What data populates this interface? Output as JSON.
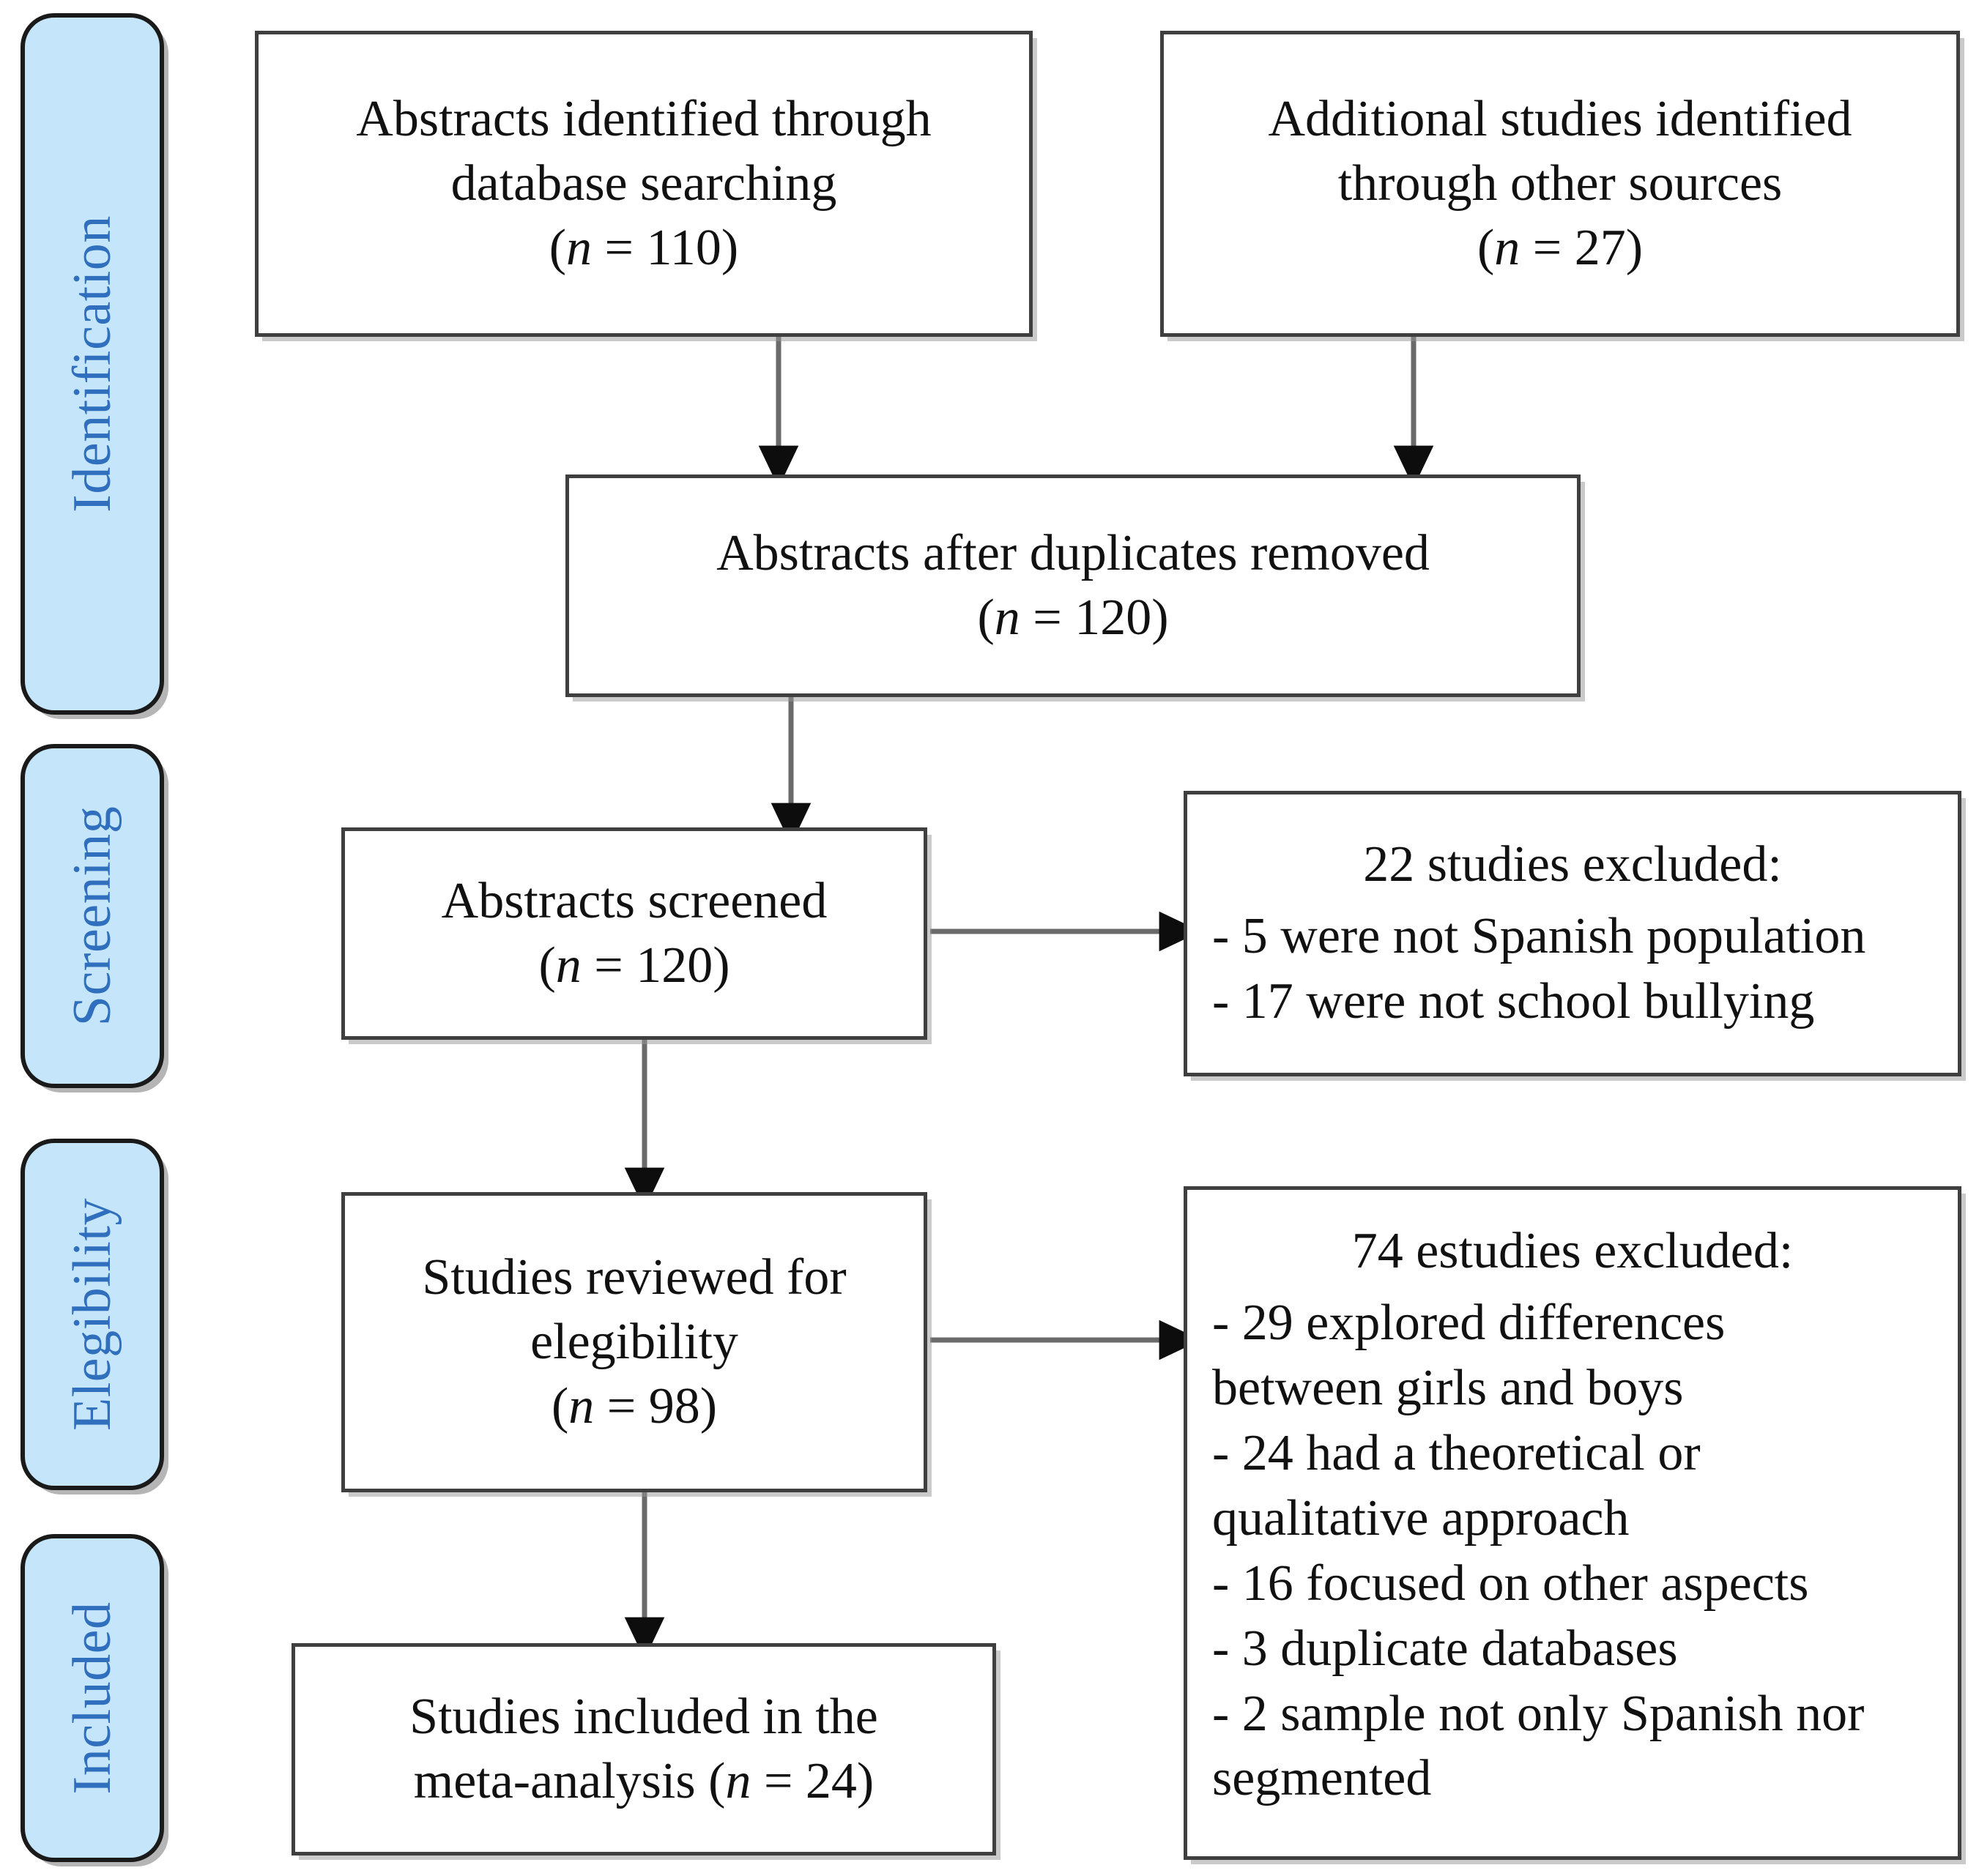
{
  "diagram": {
    "title": "PRISMA flow diagram",
    "type": "prisma-flowchart",
    "colors": {
      "stage_fill": "#c5e6fa",
      "stage_text": "#2f6fbd",
      "stage_border": "#1a1a1a",
      "box_border": "#3f3f3f",
      "box_fill": "#ffffff",
      "text": "#111111",
      "arrow": "#000000"
    }
  },
  "stages": [
    {
      "id": "identification",
      "label": "Identification"
    },
    {
      "id": "screening",
      "label": "Screening"
    },
    {
      "id": "elegibility",
      "label": "Elegibility"
    },
    {
      "id": "included",
      "label": "Included"
    }
  ],
  "boxes": {
    "db_search": {
      "line1": "Abstracts identified through",
      "line2": "database searching",
      "n_prefix": "(",
      "n_symbol": "n",
      "n_value": " = 110)"
    },
    "other_sources": {
      "line1": "Additional studies identified",
      "line2": "through other sources",
      "n_prefix": "(",
      "n_symbol": "n",
      "n_value": " = 27)"
    },
    "duplicates_removed": {
      "line1": "Abstracts after duplicates removed",
      "n_prefix": "(",
      "n_symbol": "n",
      "n_value": " = 120)"
    },
    "abstracts_screened": {
      "line1": "Abstracts screened",
      "n_prefix": "(",
      "n_symbol": "n",
      "n_value": " = 120)"
    },
    "screening_excluded": {
      "heading": "22 studies excluded:",
      "items": [
        "- 5 were not Spanish population",
        "- 17 were not school bullying"
      ]
    },
    "studies_reviewed": {
      "line1": "Studies reviewed for",
      "line2": "elegibility",
      "n_prefix": "(",
      "n_symbol": "n",
      "n_value": " = 98)"
    },
    "eligibility_excluded": {
      "heading": "74 estudies excluded:",
      "items": [
        "- 29 explored differences",
        "between girls and boys",
        "- 24 had a theoretical or",
        "qualitative approach",
        "- 16 focused on other aspects",
        "- 3 duplicate databases",
        "- 2 sample not only Spanish nor",
        "segmented"
      ]
    },
    "studies_included": {
      "line1": "Studies included in the",
      "line2_a": "meta-analysis (",
      "line2_n": "n",
      "line2_b": " = 24)"
    }
  },
  "chart_data": {
    "type": "flow",
    "title": "PRISMA study selection flow",
    "nodes": [
      {
        "id": "db_search",
        "stage": "Identification",
        "label": "Abstracts identified through database searching",
        "n": 110
      },
      {
        "id": "other_sources",
        "stage": "Identification",
        "label": "Additional studies identified through other sources",
        "n": 27
      },
      {
        "id": "duplicates_removed",
        "stage": "Identification",
        "label": "Abstracts after duplicates removed",
        "n": 120
      },
      {
        "id": "abstracts_screened",
        "stage": "Screening",
        "label": "Abstracts screened",
        "n": 120
      },
      {
        "id": "screening_excluded",
        "stage": "Screening",
        "label": "22 studies excluded",
        "n": 22,
        "breakdown": [
          {
            "count": 5,
            "reason": "were not Spanish population"
          },
          {
            "count": 17,
            "reason": "were not school bullying"
          }
        ]
      },
      {
        "id": "studies_reviewed",
        "stage": "Elegibility",
        "label": "Studies reviewed for elegibility",
        "n": 98
      },
      {
        "id": "eligibility_excluded",
        "stage": "Elegibility",
        "label": "74 estudies excluded",
        "n": 74,
        "breakdown": [
          {
            "count": 29,
            "reason": "explored differences between girls and boys"
          },
          {
            "count": 24,
            "reason": "had a theoretical or qualitative approach"
          },
          {
            "count": 16,
            "reason": "focused on other aspects"
          },
          {
            "count": 3,
            "reason": "duplicate databases"
          },
          {
            "count": 2,
            "reason": "sample not only Spanish nor segmented"
          }
        ]
      },
      {
        "id": "studies_included",
        "stage": "Included",
        "label": "Studies included in the meta-analysis",
        "n": 24
      }
    ],
    "edges": [
      {
        "from": "db_search",
        "to": "duplicates_removed"
      },
      {
        "from": "other_sources",
        "to": "duplicates_removed"
      },
      {
        "from": "duplicates_removed",
        "to": "abstracts_screened"
      },
      {
        "from": "abstracts_screened",
        "to": "screening_excluded"
      },
      {
        "from": "abstracts_screened",
        "to": "studies_reviewed"
      },
      {
        "from": "studies_reviewed",
        "to": "eligibility_excluded"
      },
      {
        "from": "studies_reviewed",
        "to": "studies_included"
      }
    ]
  }
}
